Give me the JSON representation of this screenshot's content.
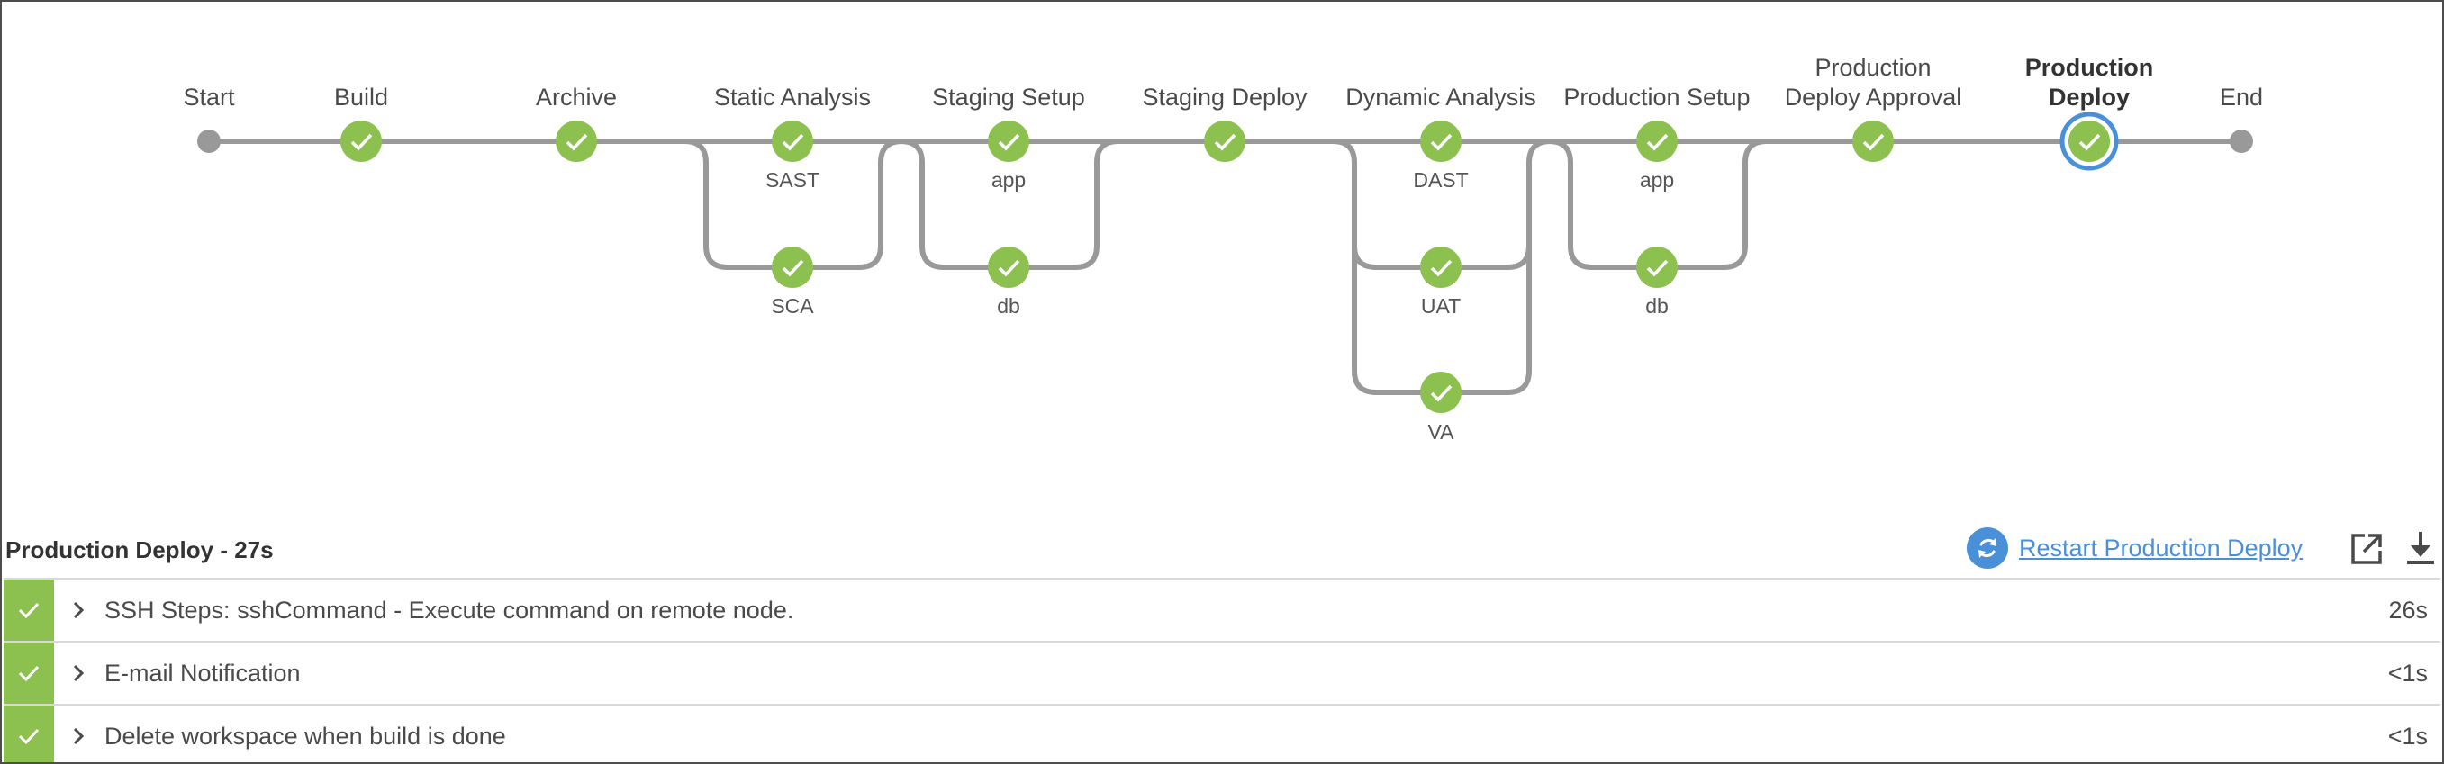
{
  "pipeline": {
    "stages": [
      {
        "id": "start",
        "label": "Start",
        "type": "endpoint"
      },
      {
        "id": "build",
        "label": "Build",
        "type": "success"
      },
      {
        "id": "archive",
        "label": "Archive",
        "type": "success"
      },
      {
        "id": "static-analysis",
        "label": "Static Analysis",
        "type": "success",
        "branches": [
          "SAST",
          "SCA"
        ]
      },
      {
        "id": "staging-setup",
        "label": "Staging Setup",
        "type": "success",
        "branches": [
          "app",
          "db"
        ]
      },
      {
        "id": "staging-deploy",
        "label": "Staging Deploy",
        "type": "success"
      },
      {
        "id": "dynamic-analysis",
        "label": "Dynamic Analysis",
        "type": "success",
        "branches": [
          "DAST",
          "UAT",
          "VA"
        ]
      },
      {
        "id": "production-setup",
        "label": "Production Setup",
        "type": "success",
        "branches": [
          "app",
          "db"
        ]
      },
      {
        "id": "production-deploy-approval",
        "label_lines": [
          "Production",
          "Deploy Approval"
        ],
        "type": "success"
      },
      {
        "id": "production-deploy",
        "label_lines": [
          "Production",
          "Deploy"
        ],
        "type": "success",
        "selected": true
      },
      {
        "id": "end",
        "label": "End",
        "type": "endpoint"
      }
    ],
    "colors": {
      "success": "#8cc04f",
      "line": "#999999",
      "endpoint": "#999999",
      "selected_ring": "#4a90d9"
    }
  },
  "step_panel": {
    "title": "Production Deploy - 27s",
    "restart_label": "Restart Production Deploy",
    "icons": {
      "restart": "refresh-icon",
      "open": "open-external-icon",
      "download": "download-icon"
    },
    "steps": [
      {
        "name": "SSH Steps: sshCommand - Execute command on remote node.",
        "duration": "26s",
        "status": "success"
      },
      {
        "name": "E-mail Notification",
        "duration": "<1s",
        "status": "success"
      },
      {
        "name": "Delete workspace when build is done",
        "duration": "<1s",
        "status": "success"
      }
    ]
  }
}
